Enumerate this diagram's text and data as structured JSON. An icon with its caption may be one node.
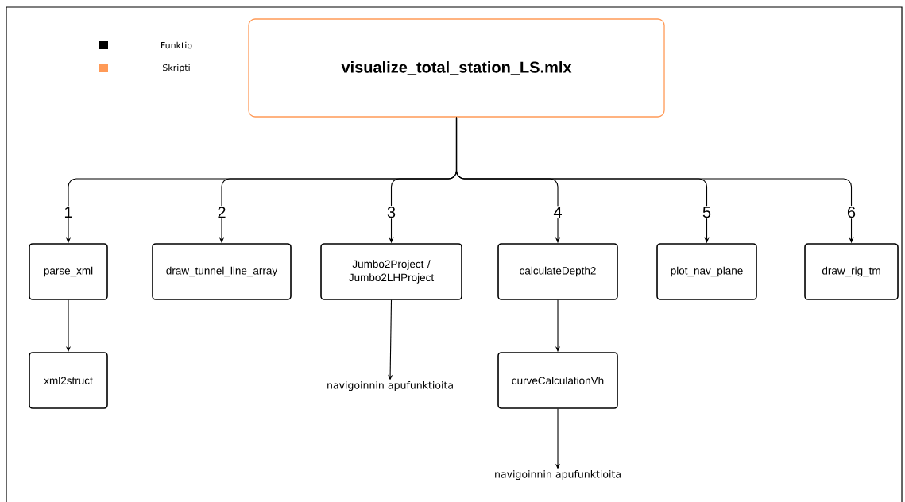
{
  "diagram": {
    "nodes": [
      {
        "text": [
          "visualize_total_station_LS.mlx"
        ]
      },
      {
        "text": [
          "parse_xml"
        ]
      },
      {
        "text": [
          "draw_tunnel_line_array"
        ]
      },
      {
        "text": [
          "Jumbo2Project / Jumbo2LHProject"
        ]
      },
      {
        "text": [
          "calculateDepth2"
        ]
      },
      {
        "text": [
          "plot_nav_plane"
        ]
      },
      {
        "text": [
          "draw_rig_tm"
        ]
      },
      {
        "text": [
          "xml2struct"
        ]
      },
      {
        "text": [
          "navigoinnin apufunktioita"
        ]
      },
      {
        "text": [
          "curveCalculationVh"
        ]
      },
      {
        "text": [
          "navigoinnin apufunktioita"
        ]
      }
    ],
    "edges": [
      {
        "from": 0,
        "to": 1,
        "arrow": "to",
        "label": "1"
      },
      {
        "from": 0,
        "to": 2,
        "arrow": "to",
        "label": "2"
      },
      {
        "from": 0,
        "to": 3,
        "arrow": "to",
        "label": "3"
      },
      {
        "from": 0,
        "to": 4,
        "arrow": "to",
        "label": "4"
      },
      {
        "from": 0,
        "to": 5,
        "arrow": "to",
        "label": "5"
      },
      {
        "from": 0,
        "to": 6,
        "arrow": "to",
        "label": "6"
      },
      {
        "from": 1,
        "to": 7,
        "arrow": "to"
      },
      {
        "from": 3,
        "to": 8,
        "arrow": "to"
      },
      {
        "from": 4,
        "to": 9,
        "arrow": "to"
      },
      {
        "from": 9,
        "to": 10,
        "arrow": "to"
      }
    ],
    "legend": [
      {
        "text": "Funktio",
        "color": "#000000"
      },
      {
        "text": "Skripti",
        "color": "#ff9a57"
      }
    ]
  }
}
